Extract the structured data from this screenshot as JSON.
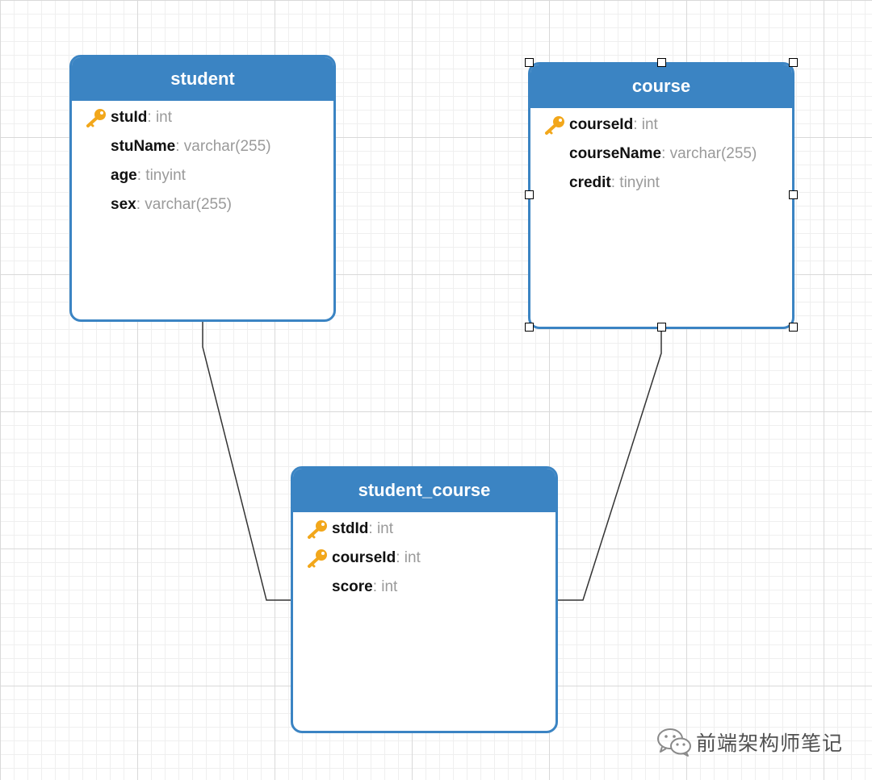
{
  "colors": {
    "accent": "#3b84c3",
    "key": "#f2a71b",
    "field_type": "#9a9a9a",
    "connector": "#333333"
  },
  "entities": {
    "student": {
      "title": "student",
      "fields": [
        {
          "name": "stuId",
          "type": ": int",
          "key": true
        },
        {
          "name": "stuName",
          "type": ": varchar(255)",
          "key": false
        },
        {
          "name": "age",
          "type": ": tinyint",
          "key": false
        },
        {
          "name": "sex",
          "type": ": varchar(255)",
          "key": false
        }
      ]
    },
    "course": {
      "title": "course",
      "selected": true,
      "fields": [
        {
          "name": "courseId",
          "type": ": int",
          "key": true
        },
        {
          "name": "courseName",
          "type": ": varchar(255)",
          "key": false
        },
        {
          "name": "credit",
          "type": ": tinyint",
          "key": false
        }
      ]
    },
    "student_course": {
      "title": "student_course",
      "fields": [
        {
          "name": "stdId",
          "type": ": int",
          "key": true
        },
        {
          "name": "courseId",
          "type": ": int",
          "key": true
        },
        {
          "name": "score",
          "type": ": int",
          "key": false
        }
      ]
    }
  },
  "relationships": [
    {
      "from": "student",
      "to": "student_course"
    },
    {
      "from": "course",
      "to": "student_course"
    }
  ],
  "watermark": {
    "icon": "wechat-icon",
    "text": "前端架构师笔记"
  }
}
